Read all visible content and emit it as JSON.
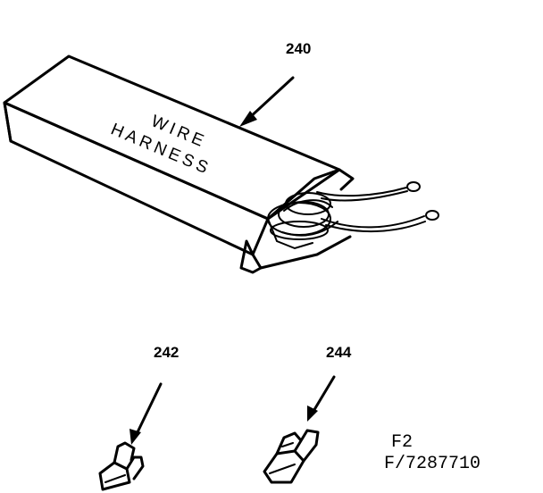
{
  "parts": [
    {
      "id": "240",
      "label": "WIRE HARNESS",
      "label_lines": [
        "WIRE",
        "HARNESS"
      ]
    },
    {
      "id": "242"
    },
    {
      "id": "244"
    }
  ],
  "figure_code": {
    "line1": "F2",
    "line2": "F/7287710"
  }
}
